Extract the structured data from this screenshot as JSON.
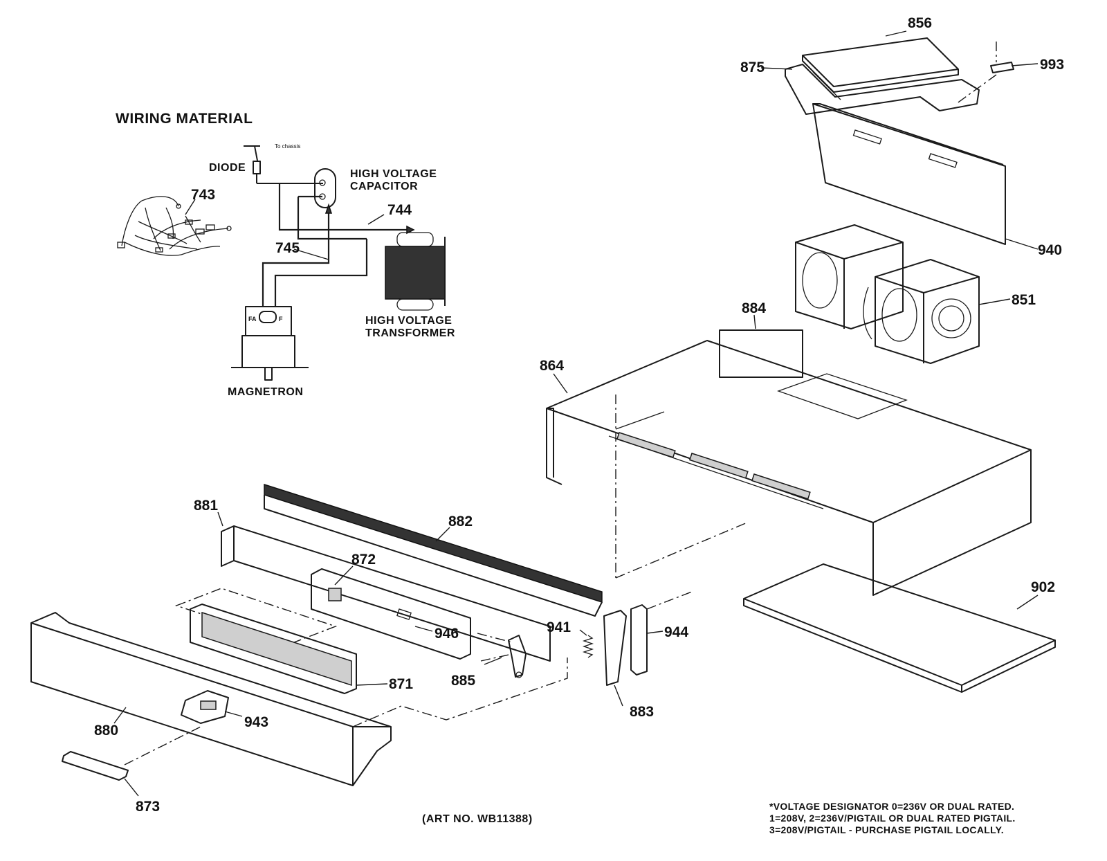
{
  "wiring": {
    "title": "WIRING MATERIAL",
    "to_chassis": "To chassis",
    "diode": "DIODE",
    "hv_capacitor_line1": "HIGH VOLTAGE",
    "hv_capacitor_line2": "CAPACITOR",
    "hv_transformer_line1": "HIGH VOLTAGE",
    "hv_transformer_line2": "TRANSFORMER",
    "magnetron": "MAGNETRON",
    "terminal_fa": "FA",
    "terminal_f": "F"
  },
  "parts": {
    "p743": "743",
    "p744": "744",
    "p745": "745",
    "p856": "856",
    "p875": "875",
    "p993": "993",
    "p940": "940",
    "p851": "851",
    "p884": "884",
    "p864": "864",
    "p881": "881",
    "p882": "882",
    "p872": "872",
    "p946": "946",
    "p941": "941",
    "p944": "944",
    "p902": "902",
    "p871": "871",
    "p885": "885",
    "p883": "883",
    "p880": "880",
    "p943": "943",
    "p873": "873"
  },
  "art_number": "(ART NO. WB11388)",
  "voltage_note": {
    "line1": "*VOLTAGE DESIGNATOR 0=236V OR DUAL RATED.",
    "line2": "1=208V, 2=236V/PIGTAIL OR DUAL RATED PIGTAIL.",
    "line3": "3=208V/PIGTAIL - PURCHASE PIGTAIL LOCALLY."
  }
}
